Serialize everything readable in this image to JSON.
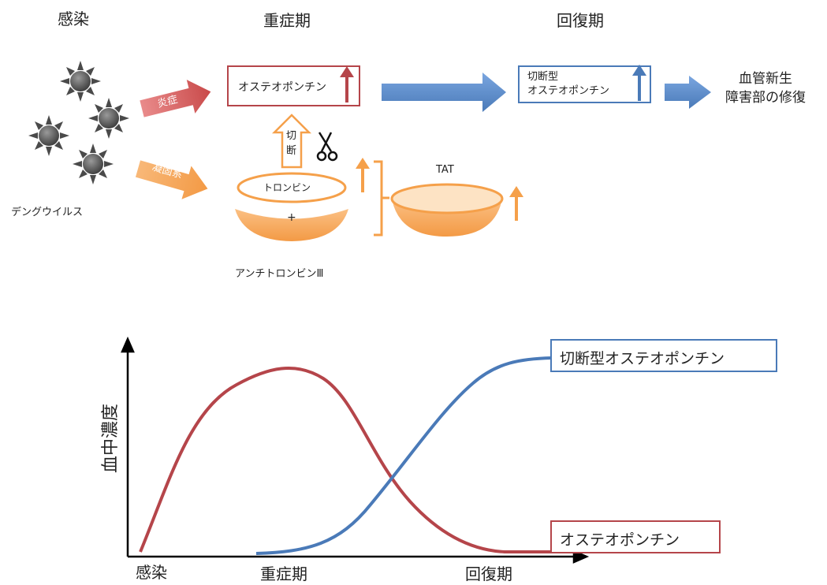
{
  "top": {
    "phases": {
      "infection": "感染",
      "severe": "重症期",
      "recovery": "回復期"
    },
    "virus_label": "デングウイルス",
    "inflammation_arrow": "炎症",
    "coagulation_arrow": "凝固系",
    "osteopontin_box": "オステオポンチン",
    "cut_arrow": "切\n断",
    "cleaved_box": "切断型\nオステオポンチン",
    "result": "血管新生\n障害部の修復",
    "thrombin": "トロンビン",
    "plus": "+",
    "antithrombin": "アンチトロンビンⅢ",
    "tat": "TAT"
  },
  "chart": {
    "ylabel": "血中濃度",
    "xticks": [
      "感染",
      "重症期",
      "回復期"
    ],
    "legend_cleaved": "切断型オステオポンチン",
    "legend_osteopontin": "オステオポンチン"
  },
  "colors": {
    "red": "#b5454a",
    "blue": "#4a7ab8",
    "orange": "#f5a04a"
  },
  "chart_data": {
    "type": "line",
    "x": [
      0,
      0.25,
      0.5,
      0.75,
      1.0
    ],
    "series": [
      {
        "name": "切断型オステオポンチン",
        "values": [
          0,
          0.0,
          0.2,
          0.9,
          1.0
        ],
        "color": "#4a7ab8"
      },
      {
        "name": "オステオポンチン",
        "values": [
          0,
          0.95,
          0.7,
          0.15,
          0.0
        ],
        "color": "#b5454a"
      }
    ],
    "xlabel": "",
    "ylabel": "血中濃度"
  }
}
